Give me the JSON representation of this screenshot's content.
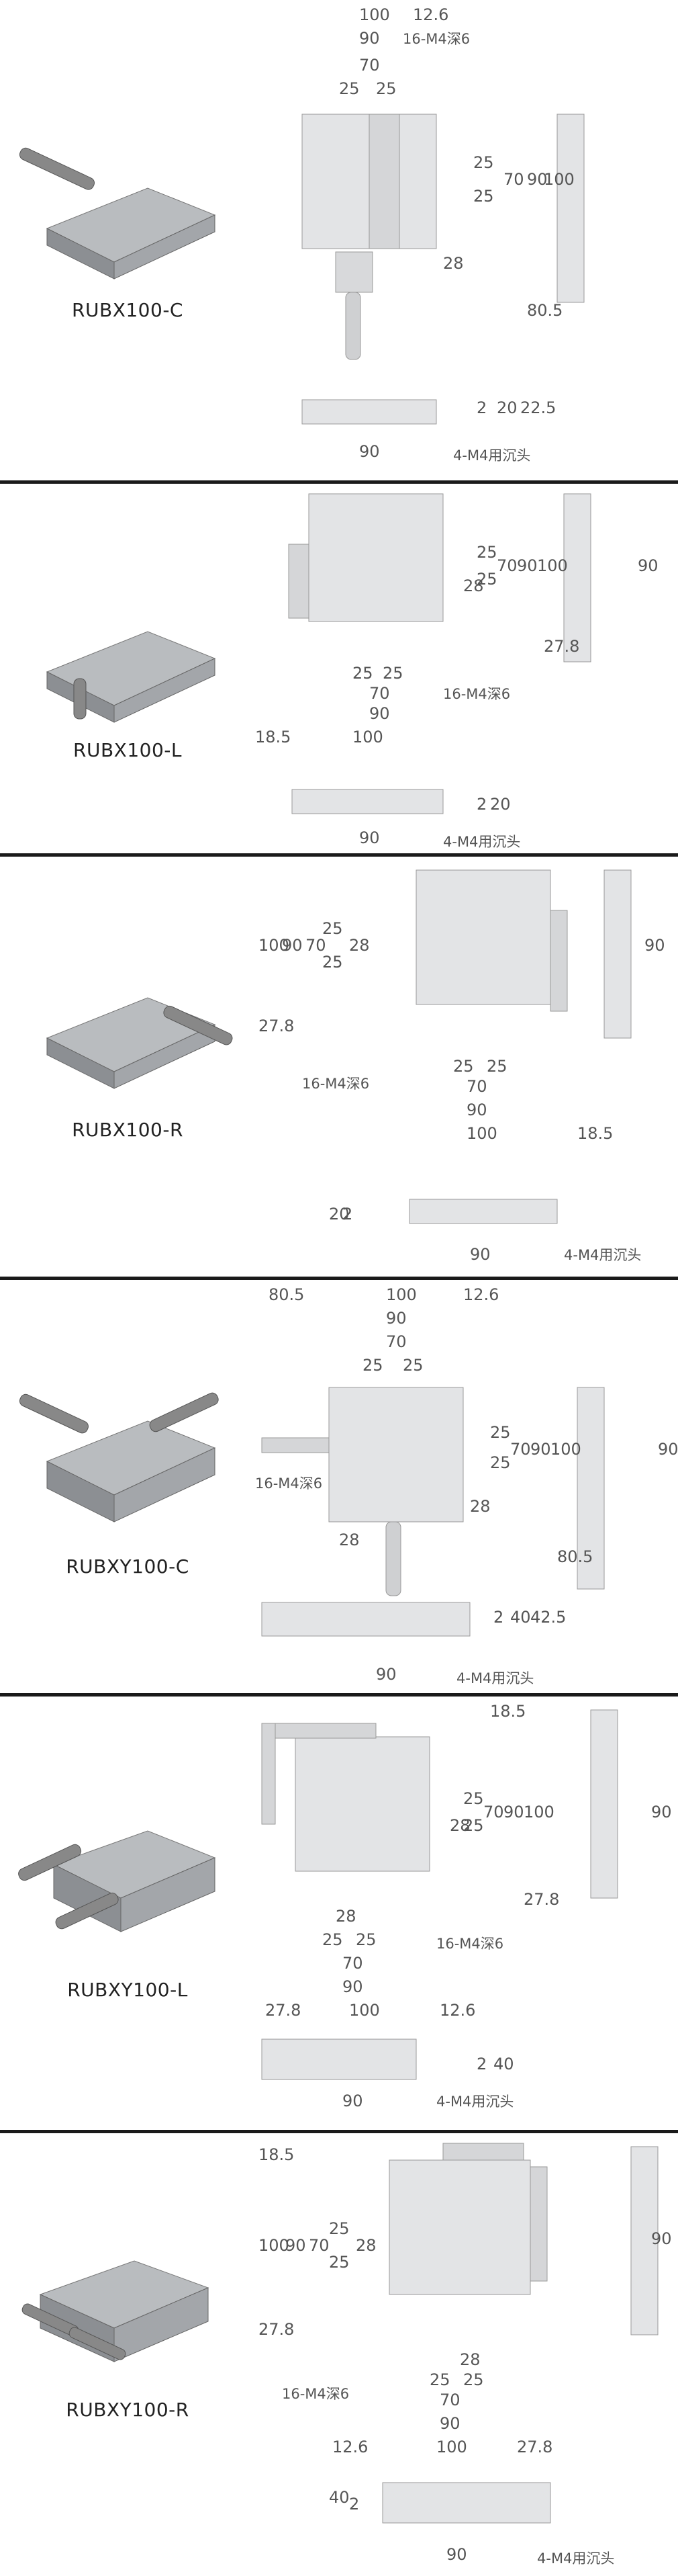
{
  "sections": [
    {
      "model": "RUBX100-C",
      "dims": {
        "top": [
          "100",
          "12.6",
          "90",
          "16-M4深6",
          "70",
          "25",
          "25"
        ],
        "right": [
          "25",
          "25",
          "70",
          "90",
          "100"
        ],
        "handle": [
          "28",
          "80.5"
        ],
        "side": [
          "2",
          "20",
          "22.5"
        ],
        "front_width": "90",
        "hole_note": "4-M4用沉头"
      }
    },
    {
      "model": "RUBX100-L",
      "dims": {
        "right": [
          "25",
          "25",
          "70",
          "90",
          "100",
          "28",
          "27.8"
        ],
        "bottom": [
          "25",
          "25",
          "70",
          "90",
          "18.5",
          "100"
        ],
        "hole_note_top": "16-M4深6",
        "side_h": "90",
        "side": [
          "2",
          "20"
        ],
        "front_width": "90",
        "hole_note": "4-M4用沉头"
      }
    },
    {
      "model": "RUBX100-R",
      "dims": {
        "left": [
          "100",
          "90",
          "70",
          "25",
          "25",
          "28",
          "27.8"
        ],
        "bottom": [
          "25",
          "25",
          "70",
          "90",
          "100",
          "18.5"
        ],
        "hole_note_top": "16-M4深6",
        "side_h": "90",
        "side": [
          "2",
          "20"
        ],
        "front_width": "90",
        "hole_note": "4-M4用沉头"
      }
    },
    {
      "model": "RUBXY100-C",
      "dims": {
        "top": [
          "80.5",
          "100",
          "12.6",
          "90",
          "70",
          "25",
          "25"
        ],
        "right": [
          "25",
          "25",
          "70",
          "90",
          "100"
        ],
        "hole_note_top": "16-M4深6",
        "handle": [
          "28",
          "28",
          "80.5"
        ],
        "side_h": "90",
        "side": [
          "2",
          "40",
          "42.5"
        ],
        "front_width": "90",
        "hole_note": "4-M4用沉头"
      }
    },
    {
      "model": "RUBXY100-L",
      "dims": {
        "right": [
          "18.5",
          "25",
          "25",
          "70",
          "90",
          "100",
          "28",
          "27.8"
        ],
        "bottom": [
          "28",
          "25",
          "25",
          "70",
          "90",
          "27.8",
          "100",
          "12.6"
        ],
        "hole_note_top": "16-M4深6",
        "side_h": "90",
        "side": [
          "2",
          "40"
        ],
        "front_width": "90",
        "hole_note": "4-M4用沉头"
      }
    },
    {
      "model": "RUBXY100-R",
      "dims": {
        "left": [
          "18.5",
          "100",
          "90",
          "70",
          "25",
          "25",
          "28",
          "27.8"
        ],
        "bottom": [
          "28",
          "25",
          "25",
          "70",
          "90",
          "12.6",
          "100",
          "27.8"
        ],
        "hole_note_top": "16-M4深6",
        "side_h": "90",
        "side": [
          "40",
          "2"
        ],
        "front_width": "90",
        "hole_note": "4-M4用沉头"
      }
    }
  ]
}
